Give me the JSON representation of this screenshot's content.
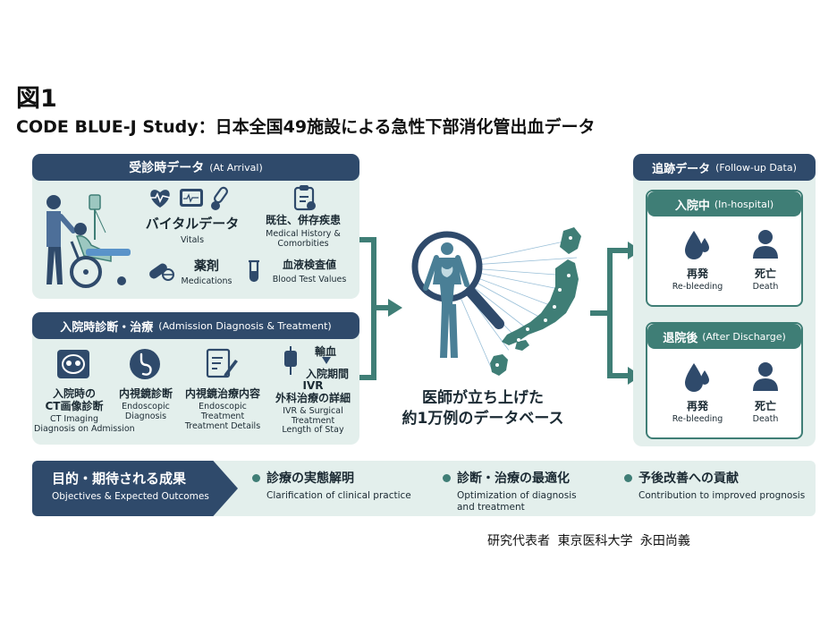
{
  "figure_label": "図1",
  "figure_title": "CODE BLUE-J Study：日本全国49施設による急性下部消化管出血データ",
  "arrival": {
    "header_jp": "受診時データ",
    "header_en": "(At Arrival)",
    "items": [
      {
        "jp": "バイタルデータ",
        "en": "Vitals"
      },
      {
        "jp": "既往、併存疾患",
        "en": "Medical History & Comorbities"
      },
      {
        "jp": "薬剤",
        "en": "Medications"
      },
      {
        "jp": "血液検査値",
        "en": "Blood Test Values"
      }
    ]
  },
  "admission": {
    "header_jp": "入院時診断・治療",
    "header_en": "(Admission Diagnosis & Treatment)",
    "items": [
      {
        "jp1": "入院時の",
        "jp2": "CT画像診断",
        "en1": "CT Imaging",
        "en2": "Diagnosis on Admission"
      },
      {
        "jp1": "内視鏡診断",
        "jp2": "",
        "en1": "Endoscopic",
        "en2": "Diagnosis"
      },
      {
        "jp1": "内視鏡治療内容",
        "jp2": "",
        "en1": "Endoscopic",
        "en2": "Treatment",
        "en3": "Treatment Details"
      },
      {
        "jp1": "IVR",
        "jp2": "外科治療の詳細",
        "en1": "IVR & Surgical",
        "en2": "Treatment",
        "en3": "Length of Stay"
      }
    ],
    "transfusion": "輸血",
    "stay": "入院期間"
  },
  "center": {
    "line1": "医師が立ち上げた",
    "line2": "約1万例のデータベース"
  },
  "followup": {
    "header_jp": "追跡データ",
    "header_en": "(Follow-up Data)",
    "inhospital": {
      "header_jp": "入院中",
      "header_en": "(In-hospital)",
      "rebleed_jp": "再発",
      "rebleed_en": "Re-bleeding",
      "death_jp": "死亡",
      "death_en": "Death"
    },
    "after": {
      "header_jp": "退院後",
      "header_en": "(After Discharge)",
      "rebleed_jp": "再発",
      "rebleed_en": "Re-bleeding",
      "death_jp": "死亡",
      "death_en": "Death"
    }
  },
  "objectives": {
    "header_jp": "目的・期待される成果",
    "header_en": "Objectives & Expected Outcomes",
    "items": [
      {
        "jp": "診療の実態解明",
        "en1": "Clarification of clinical practice",
        "en2": ""
      },
      {
        "jp": "診断・治療の最適化",
        "en1": "Optimization of diagnosis",
        "en2": "and treatment"
      },
      {
        "jp": "予後改善への貢献",
        "en1": "Contribution to improved prognosis",
        "en2": ""
      }
    ]
  },
  "credit": "研究代表者 東京医科大学 永田尚義",
  "colors": {
    "navy": "#2f4a6b",
    "teal": "#3f7e76",
    "panel": "#e3efec"
  }
}
